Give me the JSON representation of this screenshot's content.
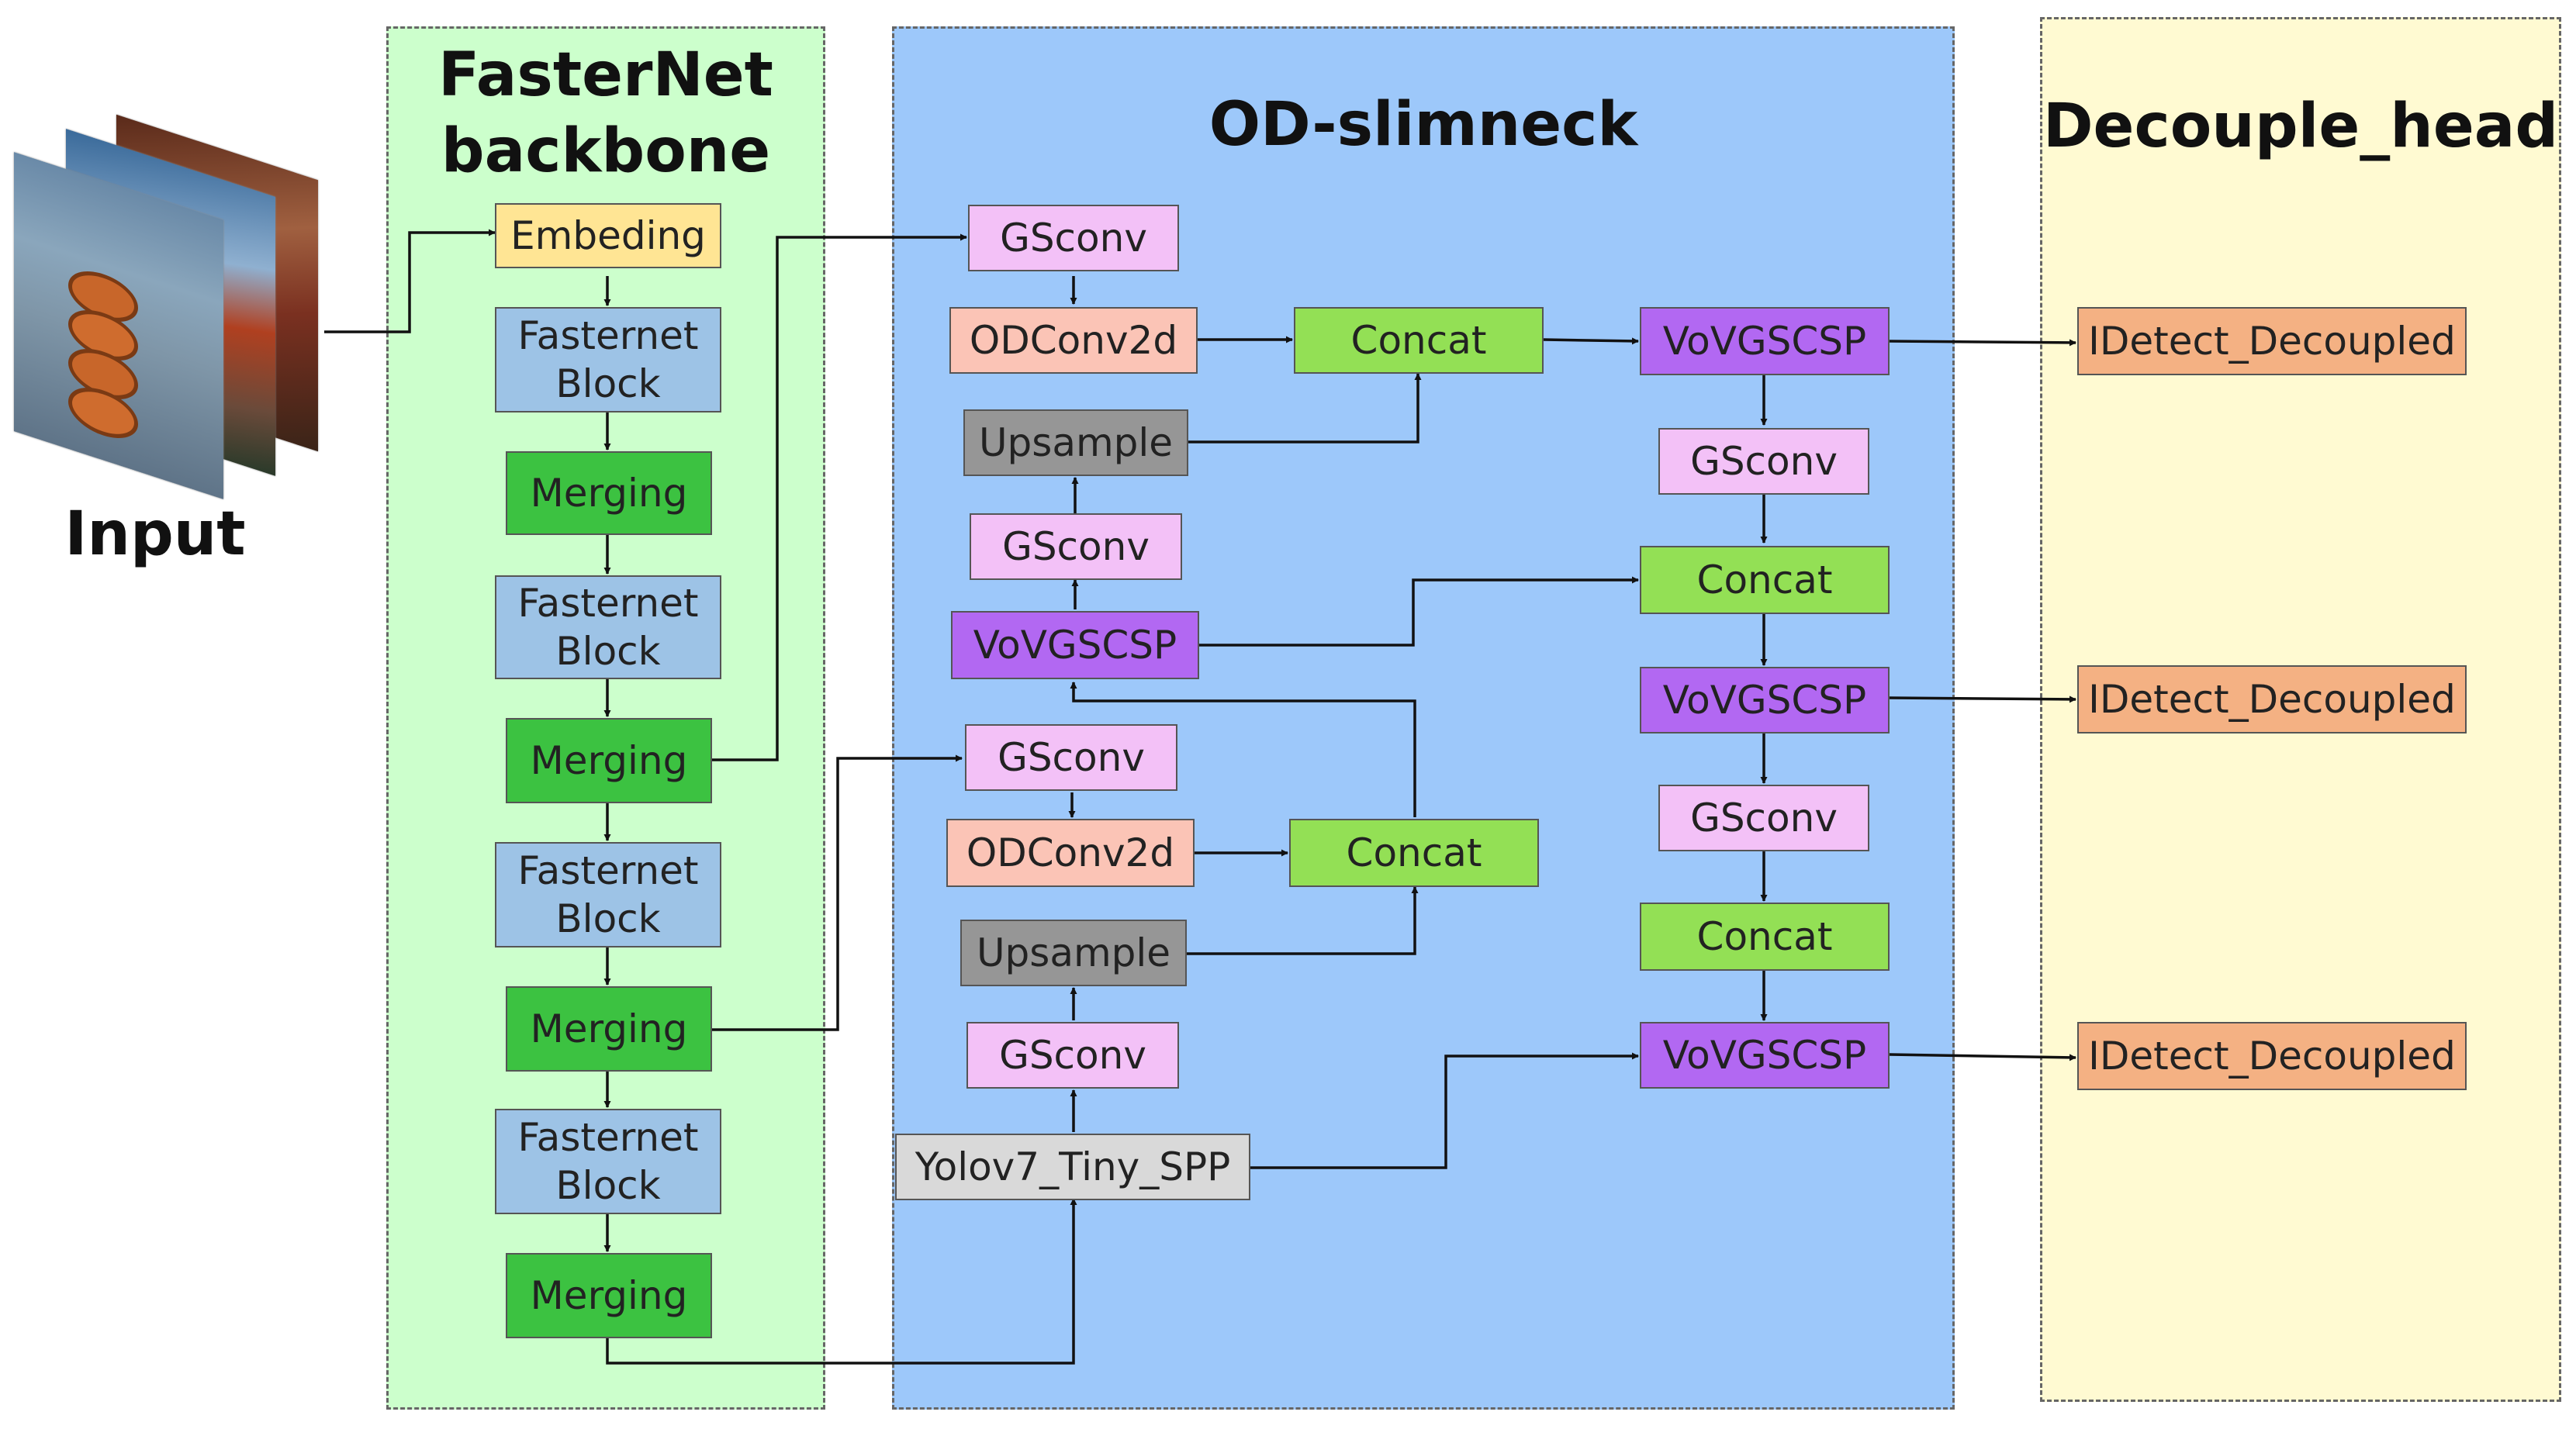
{
  "panels": {
    "backbone_title_line1": "FasterNet",
    "backbone_title_line2": "backbone",
    "neck_title": "OD-slimneck",
    "head_title": "Decouple_head"
  },
  "input_label": "Input",
  "backbone": {
    "embeding": "Embeding",
    "fasternet_block_line1": "Fasternet",
    "fasternet_block_line2": "Block",
    "merging": "Merging"
  },
  "neck": {
    "gsconv": "GSconv",
    "odconv2d": "ODConv2d",
    "concat": "Concat",
    "upsample": "Upsample",
    "vovgscsp": "VoVGSCSP",
    "spp": "Yolov7_Tiny_SPP"
  },
  "head": {
    "detect": "IDetect_Decoupled"
  },
  "colors": {
    "backbone_panel": "#ccffcc",
    "neck_panel": "#9dc8fa",
    "head_panel": "#fffad2",
    "embeding": "#ffe594",
    "fasternet_block": "#9dc3e6",
    "merging": "#3cc241",
    "gsconv": "#f3c1f7",
    "odconv2d": "#fbc4b6",
    "concat": "#93e055",
    "upsample": "#969696",
    "vovgscsp": "#b268f2",
    "spp": "#d9d9d9",
    "detect": "#f4b183"
  }
}
